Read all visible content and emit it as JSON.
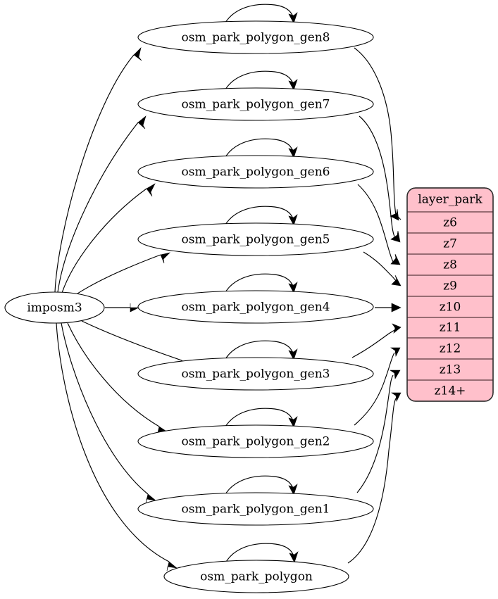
{
  "diagram": {
    "type": "directed-graph",
    "title": "",
    "source_node": {
      "id": "imposm3",
      "label": "imposm3",
      "shape": "ellipse"
    },
    "table_node": {
      "id": "layer_park",
      "shape": "record-table",
      "header": "layer_park",
      "fill_color": "#ffc0cb",
      "border_color": "#2b2b2b",
      "rows": [
        {
          "label": "z6"
        },
        {
          "label": "z7"
        },
        {
          "label": "z8"
        },
        {
          "label": "z9"
        },
        {
          "label": "z10"
        },
        {
          "label": "z11"
        },
        {
          "label": "z12"
        },
        {
          "label": "z13"
        },
        {
          "label": "z14+"
        }
      ]
    },
    "table_nodes": [
      {
        "id": "osm_park_polygon_gen8",
        "label": "osm_park_polygon_gen8",
        "shape": "ellipse",
        "self_loop": true,
        "target_row": "z6"
      },
      {
        "id": "osm_park_polygon_gen7",
        "label": "osm_park_polygon_gen7",
        "shape": "ellipse",
        "self_loop": true,
        "target_row": "z7"
      },
      {
        "id": "osm_park_polygon_gen6",
        "label": "osm_park_polygon_gen6",
        "shape": "ellipse",
        "self_loop": true,
        "target_row": "z8"
      },
      {
        "id": "osm_park_polygon_gen5",
        "label": "osm_park_polygon_gen5",
        "shape": "ellipse",
        "self_loop": true,
        "target_row": "z9"
      },
      {
        "id": "osm_park_polygon_gen4",
        "label": "osm_park_polygon_gen4",
        "shape": "ellipse",
        "self_loop": true,
        "target_row": "z10"
      },
      {
        "id": "osm_park_polygon_gen3",
        "label": "osm_park_polygon_gen3",
        "shape": "ellipse",
        "self_loop": true,
        "target_row": "z11"
      },
      {
        "id": "osm_park_polygon_gen2",
        "label": "osm_park_polygon_gen2",
        "shape": "ellipse",
        "self_loop": true,
        "target_row": "z12"
      },
      {
        "id": "osm_park_polygon_gen1",
        "label": "osm_park_polygon_gen1",
        "shape": "ellipse",
        "self_loop": true,
        "target_row": "z13"
      },
      {
        "id": "osm_park_polygon",
        "label": "osm_park_polygon",
        "shape": "ellipse",
        "self_loop": true,
        "target_row": "z14+"
      }
    ],
    "edges": [
      {
        "from": "imposm3",
        "to": "osm_park_polygon_gen8"
      },
      {
        "from": "imposm3",
        "to": "osm_park_polygon_gen7"
      },
      {
        "from": "imposm3",
        "to": "osm_park_polygon_gen6"
      },
      {
        "from": "imposm3",
        "to": "osm_park_polygon_gen5"
      },
      {
        "from": "imposm3",
        "to": "osm_park_polygon_gen4"
      },
      {
        "from": "imposm3",
        "to": "osm_park_polygon_gen3"
      },
      {
        "from": "imposm3",
        "to": "osm_park_polygon_gen2"
      },
      {
        "from": "imposm3",
        "to": "osm_park_polygon_gen1"
      },
      {
        "from": "imposm3",
        "to": "osm_park_polygon"
      },
      {
        "from": "osm_park_polygon_gen8",
        "to": "layer_park:z6"
      },
      {
        "from": "osm_park_polygon_gen7",
        "to": "layer_park:z7"
      },
      {
        "from": "osm_park_polygon_gen6",
        "to": "layer_park:z8"
      },
      {
        "from": "osm_park_polygon_gen5",
        "to": "layer_park:z9"
      },
      {
        "from": "osm_park_polygon_gen4",
        "to": "layer_park:z10"
      },
      {
        "from": "osm_park_polygon_gen3",
        "to": "layer_park:z11"
      },
      {
        "from": "osm_park_polygon_gen2",
        "to": "layer_park:z12"
      },
      {
        "from": "osm_park_polygon_gen1",
        "to": "layer_park:z13"
      },
      {
        "from": "osm_park_polygon",
        "to": "layer_park:z14+"
      },
      {
        "from": "osm_park_polygon_gen8",
        "to": "osm_park_polygon_gen8",
        "self": true
      },
      {
        "from": "osm_park_polygon_gen7",
        "to": "osm_park_polygon_gen7",
        "self": true
      },
      {
        "from": "osm_park_polygon_gen6",
        "to": "osm_park_polygon_gen6",
        "self": true
      },
      {
        "from": "osm_park_polygon_gen5",
        "to": "osm_park_polygon_gen5",
        "self": true
      },
      {
        "from": "osm_park_polygon_gen4",
        "to": "osm_park_polygon_gen4",
        "self": true
      },
      {
        "from": "osm_park_polygon_gen3",
        "to": "osm_park_polygon_gen3",
        "self": true
      },
      {
        "from": "osm_park_polygon_gen2",
        "to": "osm_park_polygon_gen2",
        "self": true
      },
      {
        "from": "osm_park_polygon_gen1",
        "to": "osm_park_polygon_gen1",
        "self": true
      },
      {
        "from": "osm_park_polygon",
        "to": "osm_park_polygon",
        "self": true
      }
    ]
  }
}
